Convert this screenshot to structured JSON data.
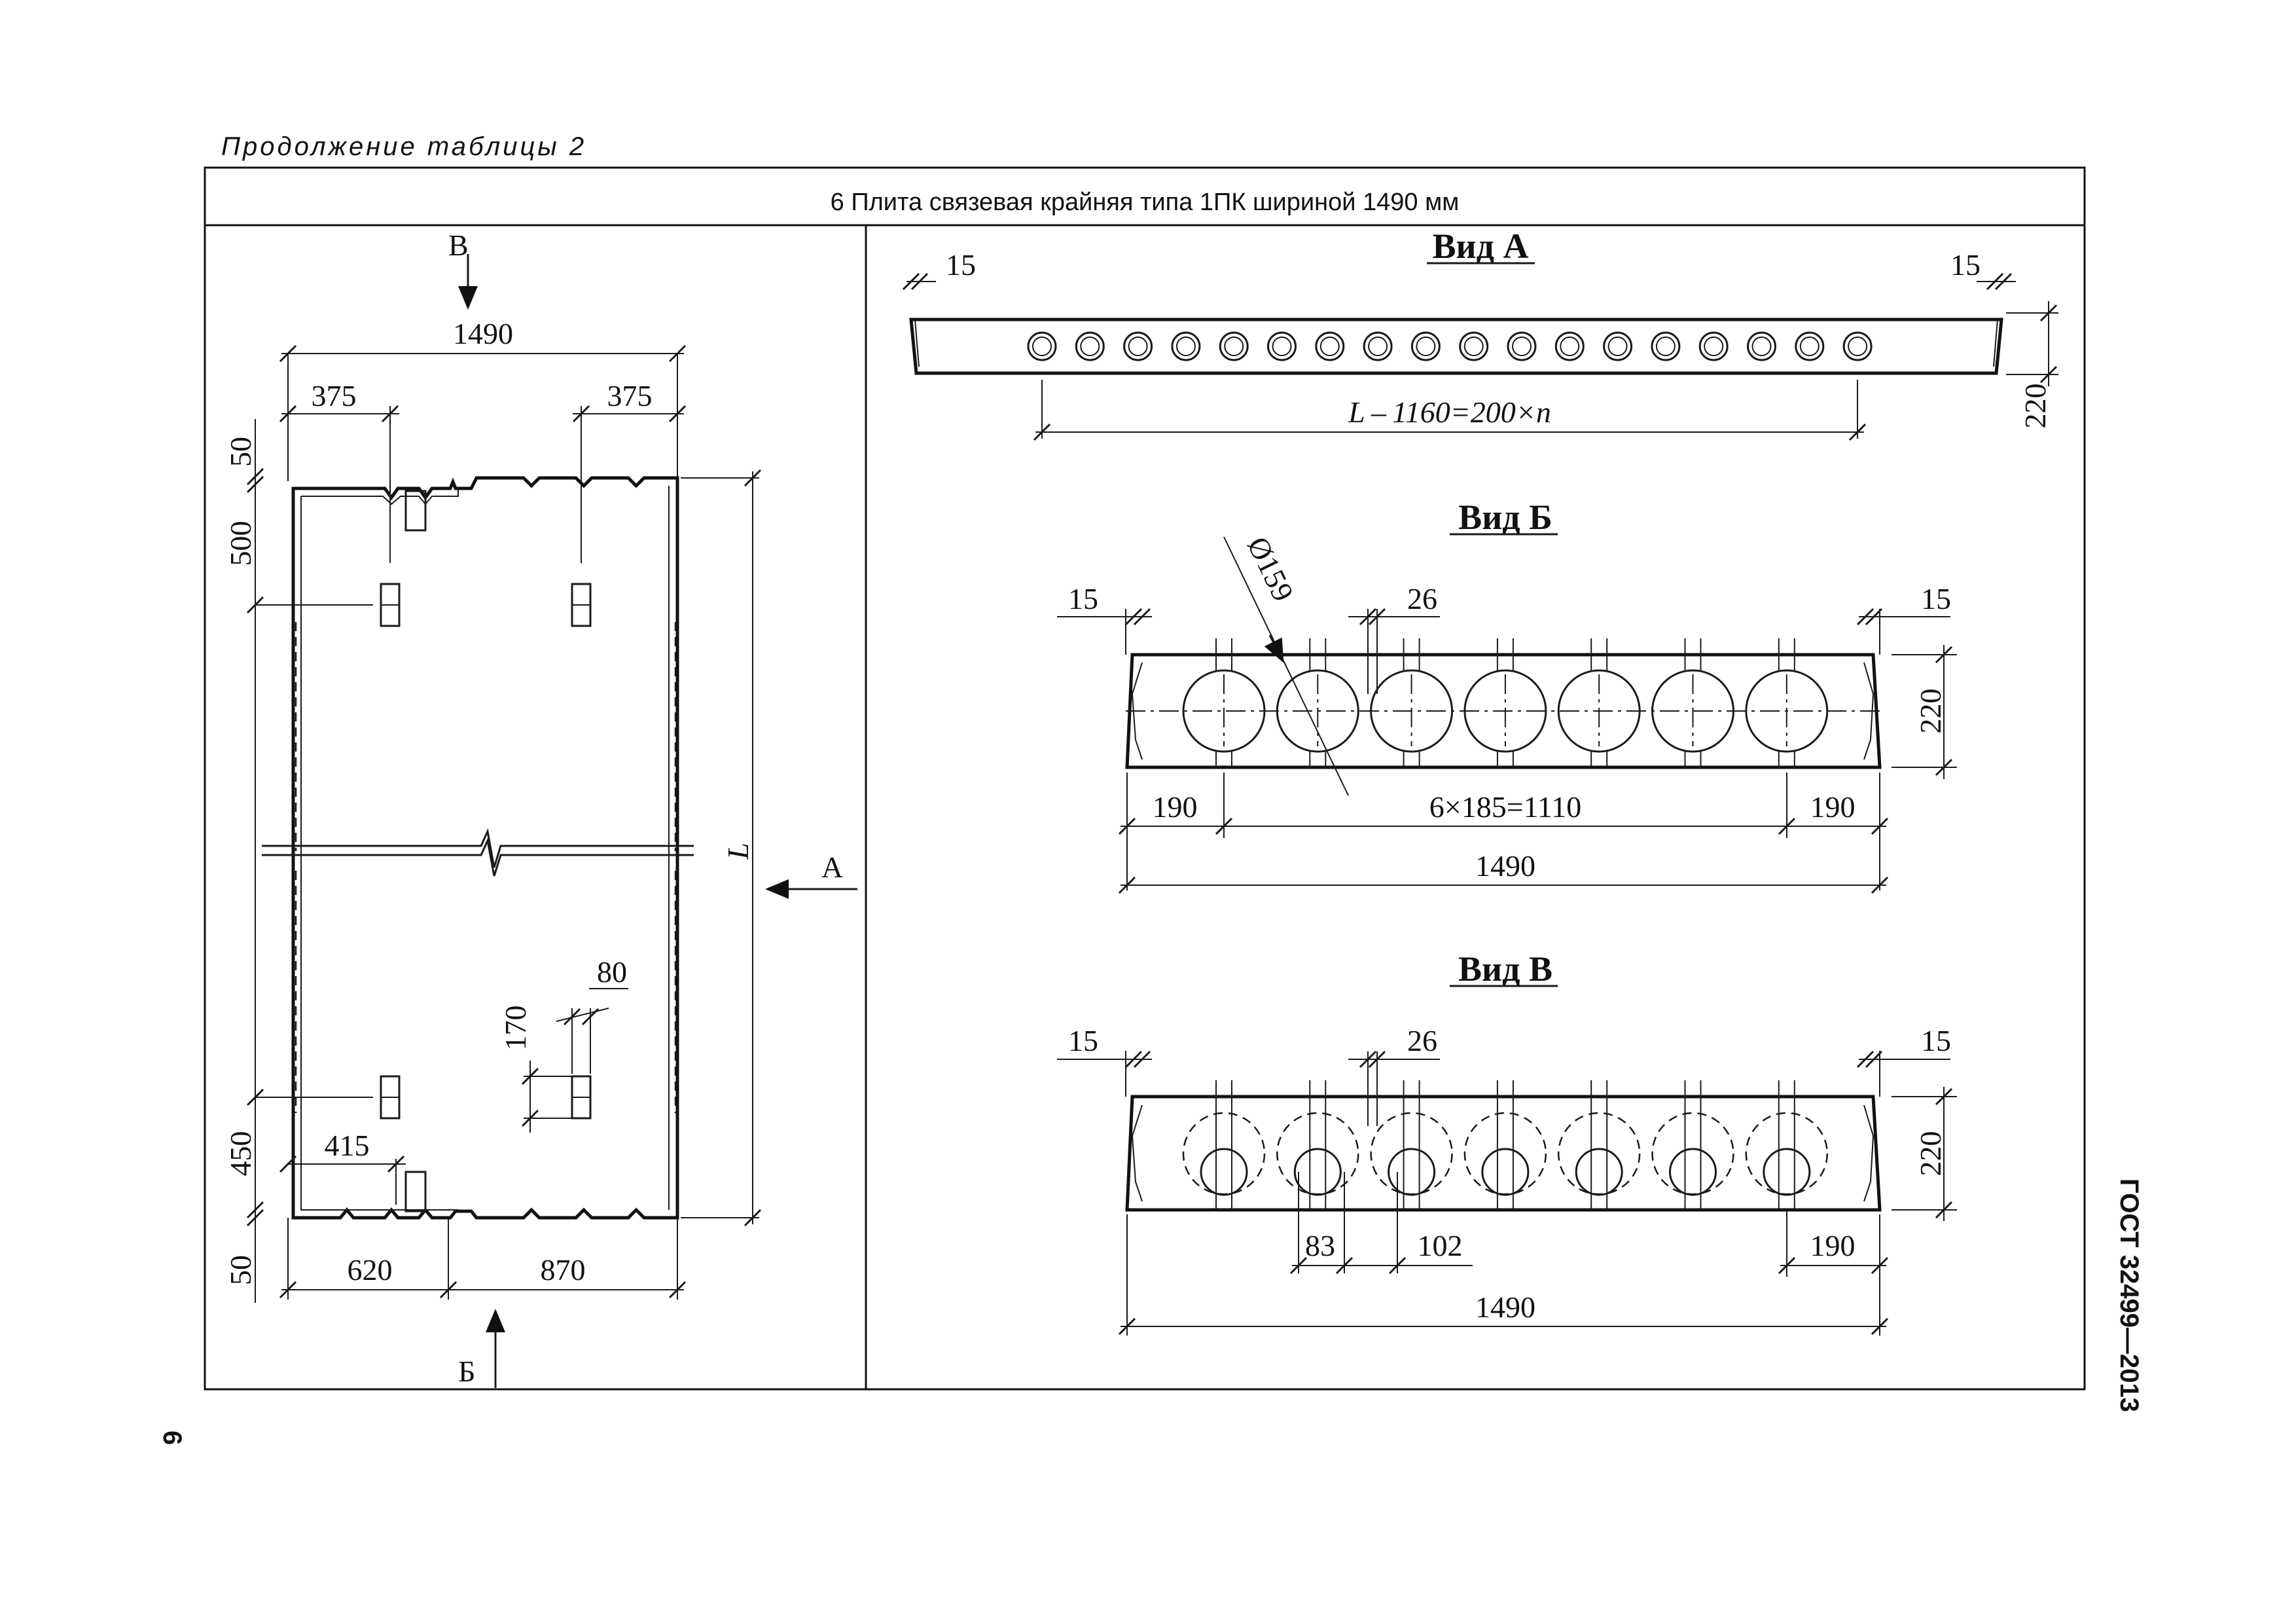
{
  "header": {
    "continuation": "Продолжение таблицы 2",
    "table_title": "6 Плита связевая крайняя типа 1ПК шириной 1490 мм"
  },
  "side": {
    "standard": "ГОСТ 32499—2013",
    "page_number": "6"
  },
  "plan": {
    "arrow_top": "В",
    "arrow_bottom": "Б",
    "arrow_right": "А",
    "length_symbol": "L",
    "dims": {
      "width_total": "1490",
      "left_offset": "375",
      "right_offset": "375",
      "top_edge": "50",
      "top_spacing": "500",
      "bottom_spacing": "450",
      "bottom_edge": "50",
      "bottom_left": "620",
      "bottom_right": "870",
      "notch_offset": "415",
      "slot_width": "80",
      "slot_height": "170"
    }
  },
  "view_a": {
    "title": "Вид А",
    "left_edge": "15",
    "right_edge": "15",
    "height": "220",
    "length_formula": "L – 1160=200×n"
  },
  "view_b": {
    "title": "Вид Б",
    "diameter": "Ø159",
    "left_edge": "15",
    "right_edge": "15",
    "rib": "26",
    "height": "220",
    "left_end": "190",
    "pitch": "6×185=1110",
    "right_end": "190",
    "total": "1490"
  },
  "view_v": {
    "title": "Вид В",
    "left_edge": "15",
    "right_edge": "15",
    "rib": "26",
    "height": "220",
    "small_dia": "83",
    "offset": "102",
    "right_end": "190",
    "total": "1490"
  }
}
